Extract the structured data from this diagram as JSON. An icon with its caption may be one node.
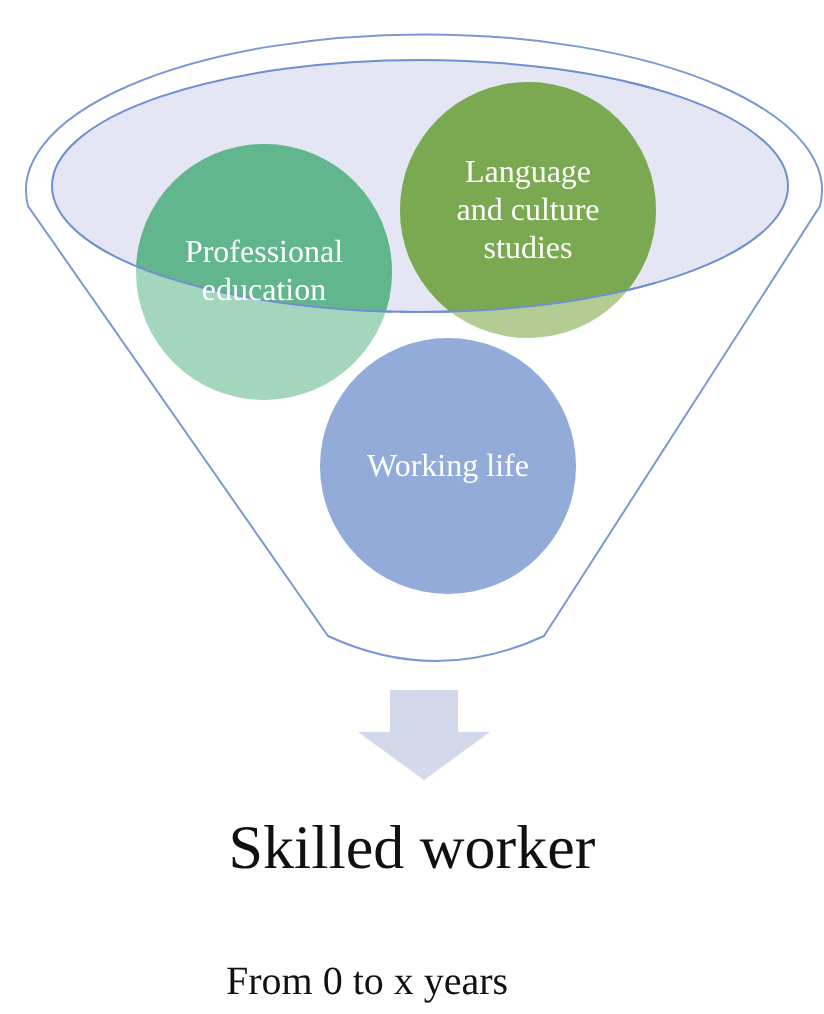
{
  "diagram": {
    "nodes": [
      {
        "text": [],
        "shape": "funnel"
      },
      {
        "text": [
          "Professional education"
        ],
        "in": 0
      },
      {
        "text": [
          "Language and culture studies"
        ],
        "in": 0
      },
      {
        "text": [
          "Working life"
        ],
        "in": 0
      },
      {
        "text": [
          "Skilled worker"
        ]
      }
    ],
    "edges": [
      {
        "from": 0,
        "to": 4,
        "arrow": "to"
      }
    ],
    "labels": [
      "From 0 to x years"
    ]
  }
}
